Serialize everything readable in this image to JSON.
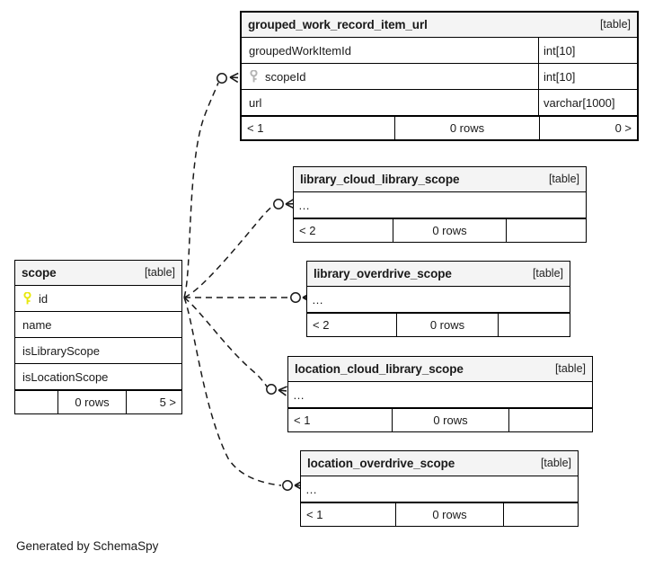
{
  "diagram": {
    "generator_note": "Generated by SchemaSpy",
    "kind_label": "[table]",
    "ellipsis": "…",
    "rows_label": "0 rows",
    "colors": {
      "primary_key_icon": "#e8e80d",
      "foreign_key_icon": "#b3b3b3",
      "header_background": "#f4f4f4",
      "border": "#000000",
      "edge": "#1a1a1a",
      "page_background": "#ffffff"
    }
  },
  "tables": {
    "grouped_work_record_item_url": {
      "name": "grouped_work_record_item_url",
      "kind": "[table]",
      "columns": [
        {
          "name": "groupedWorkItemId",
          "type": "int[10]",
          "key": "none"
        },
        {
          "name": "scopeId",
          "type": "int[10]",
          "key": "foreign"
        },
        {
          "name": "url",
          "type": "varchar[1000]",
          "key": "none"
        }
      ],
      "footer": {
        "left": "< 1",
        "mid": "0 rows",
        "right": "0 >"
      }
    },
    "scope": {
      "name": "scope",
      "kind": "[table]",
      "columns": [
        {
          "name": "id",
          "type": "",
          "key": "primary"
        },
        {
          "name": "name",
          "type": "",
          "key": "none"
        },
        {
          "name": "isLibraryScope",
          "type": "",
          "key": "none"
        },
        {
          "name": "isLocationScope",
          "type": "",
          "key": "none"
        }
      ],
      "footer": {
        "left": "",
        "mid": "0 rows",
        "right": "5 >"
      }
    },
    "library_cloud_library_scope": {
      "name": "library_cloud_library_scope",
      "kind": "[table]",
      "columns": [
        {
          "name": "…",
          "type": "",
          "key": "none"
        }
      ],
      "footer": {
        "left": "< 2",
        "mid": "0 rows",
        "right": ""
      }
    },
    "library_overdrive_scope": {
      "name": "library_overdrive_scope",
      "kind": "[table]",
      "columns": [
        {
          "name": "…",
          "type": "",
          "key": "none"
        }
      ],
      "footer": {
        "left": "< 2",
        "mid": "0 rows",
        "right": ""
      }
    },
    "location_cloud_library_scope": {
      "name": "location_cloud_library_scope",
      "kind": "[table]",
      "columns": [
        {
          "name": "…",
          "type": "",
          "key": "none"
        }
      ],
      "footer": {
        "left": "< 1",
        "mid": "0 rows",
        "right": ""
      }
    },
    "location_overdrive_scope": {
      "name": "location_overdrive_scope",
      "kind": "[table]",
      "columns": [
        {
          "name": "…",
          "type": "",
          "key": "none"
        }
      ],
      "footer": {
        "left": "< 1",
        "mid": "0 rows",
        "right": ""
      }
    }
  },
  "relationships": [
    {
      "from": "scope.id",
      "to": "grouped_work_record_item_url.scopeId"
    },
    {
      "from": "scope.id",
      "to": "library_cloud_library_scope"
    },
    {
      "from": "scope.id",
      "to": "library_overdrive_scope"
    },
    {
      "from": "scope.id",
      "to": "location_cloud_library_scope"
    },
    {
      "from": "scope.id",
      "to": "location_overdrive_scope"
    }
  ]
}
